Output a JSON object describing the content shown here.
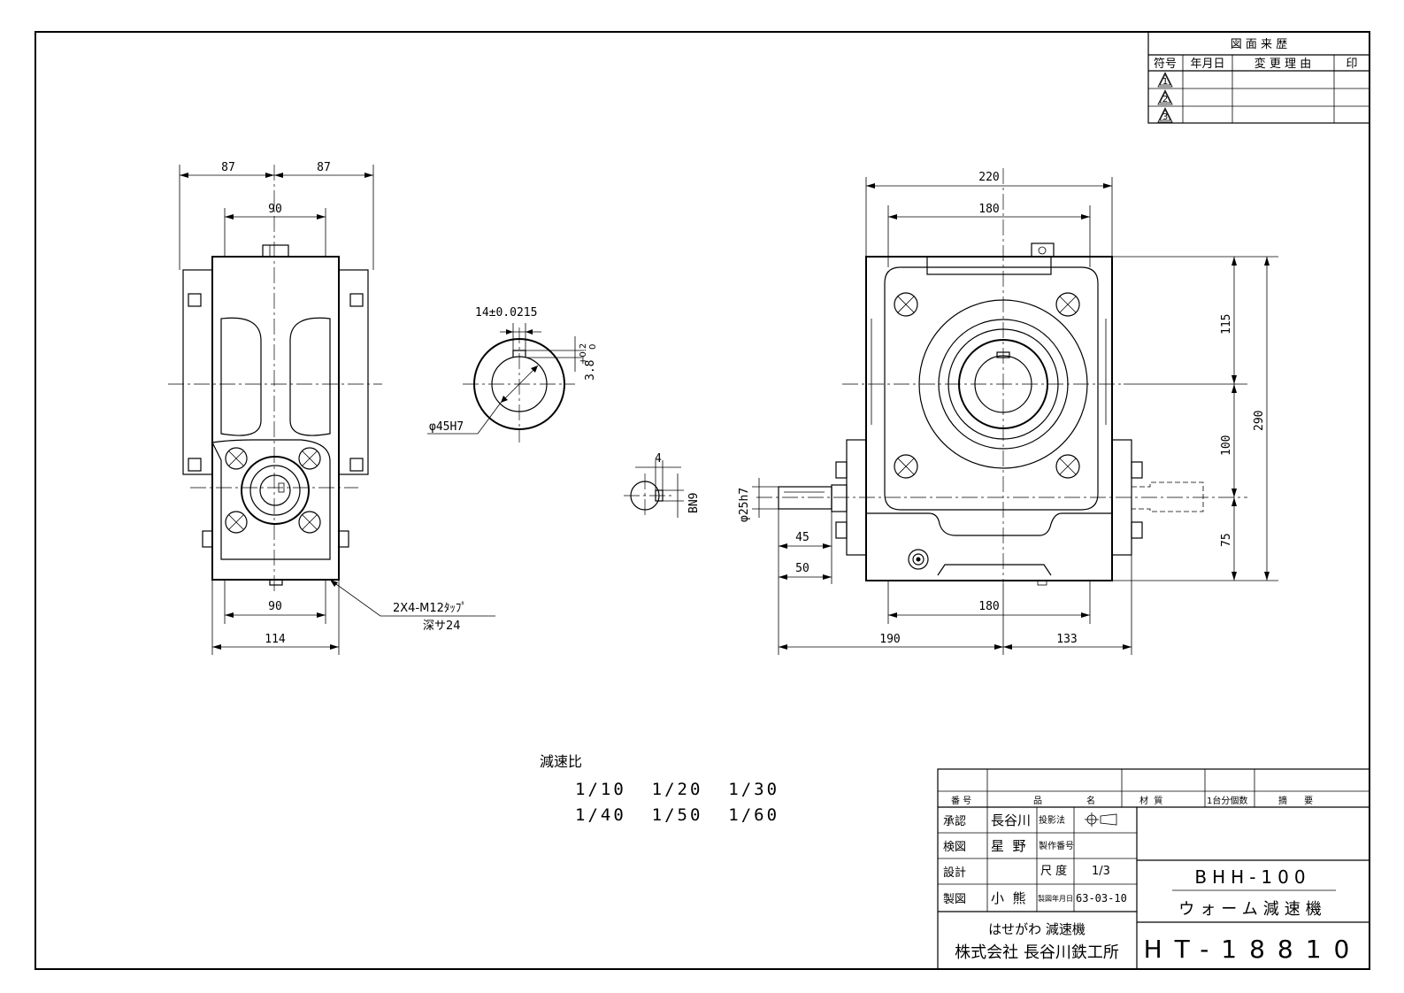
{
  "revision": {
    "title": "図 面 来 歴",
    "headers": [
      "符号",
      "年月日",
      "変 更 理 由",
      "印"
    ],
    "symbols": [
      "1",
      "2",
      "3"
    ]
  },
  "left_view": {
    "dim_87_left": "87",
    "dim_87_right": "87",
    "dim_90_top": "90",
    "dim_90_bottom": "90",
    "dim_114": "114",
    "tap_note_1": "2X4-M12ﾀｯﾌﾟ",
    "tap_note_2": "深サ24"
  },
  "hole_detail": {
    "key_width": "14±0.0215",
    "key_depth_1": "3.8",
    "key_depth_tol_upper": "+0.2",
    "key_depth_tol_lower": "0",
    "bore": "φ45H7"
  },
  "shaft_detail": {
    "key_width": "4",
    "key_height": "BN9"
  },
  "right_view": {
    "dim_220": "220",
    "dim_180_top": "180",
    "dim_180_bottom": "180",
    "dim_115": "115",
    "dim_100": "100",
    "dim_75": "75",
    "dim_290": "290",
    "dim_shaft": "φ25h7",
    "dim_45": "45",
    "dim_50": "50",
    "dim_190": "190",
    "dim_133": "133"
  },
  "ratios": {
    "label": "減速比",
    "line1": "1/10  1/20  1/30",
    "line2": "1/40  1/50  1/60"
  },
  "title_block": {
    "col_number": "番 号",
    "col_name_1": "品",
    "col_name_2": "名",
    "col_material": "材  質",
    "col_qty": "1台分個数",
    "col_note": "摘      要",
    "approve_label": "承認",
    "approve_name": "長谷川",
    "check_label": "検図",
    "check_name": "星  野",
    "design_label": "設計",
    "design_name": "",
    "draw_label": "製図",
    "draw_name": "小  熊",
    "proj_label": "投影法",
    "prodno_label": "製作番号",
    "scale_label": "尺 度",
    "scale_value": "1/3",
    "date_label": "製図年月日",
    "date_value": "63-03-10",
    "model": "BHH-100",
    "product": "ウォーム減速機",
    "brand": "はせがわ 減速機",
    "company": "株式会社 長谷川鉄工所",
    "drawing_no": "HT-18810"
  }
}
